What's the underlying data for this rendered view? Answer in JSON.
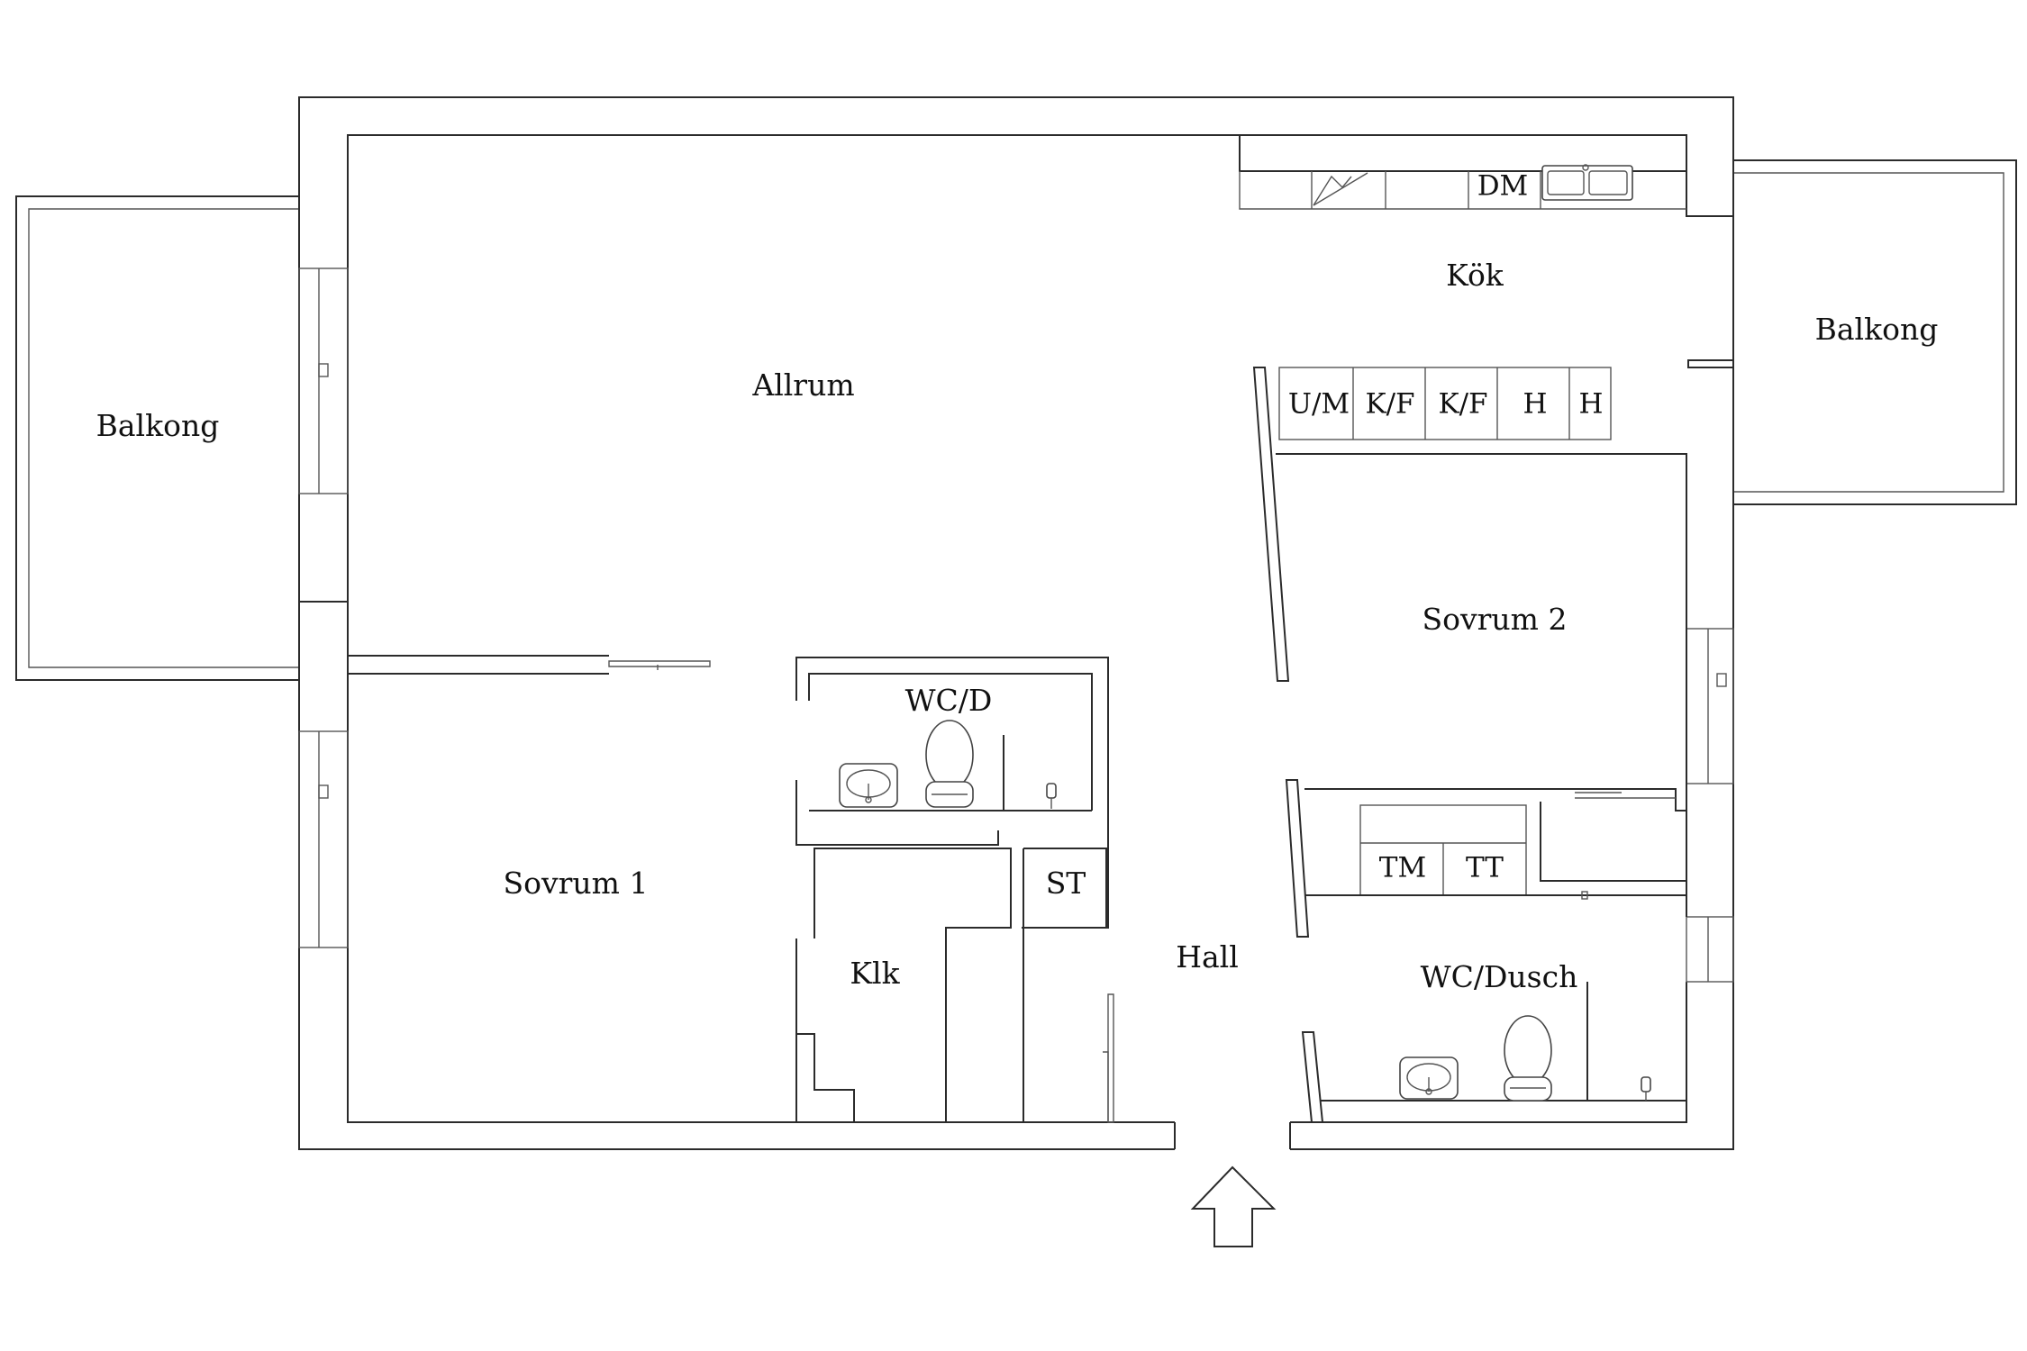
{
  "rooms": {
    "balkong_left": "Balkong",
    "balkong_right": "Balkong",
    "allrum": "Allrum",
    "kok": "Kök",
    "sovrum1": "Sovrum 1",
    "sovrum2": "Sovrum 2",
    "wc_d": "WC/D",
    "wc_dusch": "WC/Dusch",
    "klk": "Klk",
    "hall": "Hall",
    "st": "ST"
  },
  "appliances": {
    "dm": "DM",
    "um": "U/M",
    "kf1": "K/F",
    "kf2": "K/F",
    "h1": "H",
    "h2": "H",
    "tm": "TM",
    "tt": "TT"
  },
  "colors": {
    "line": "#2b2b2b",
    "background": "#ffffff"
  },
  "icons": [
    "entrance-arrow-icon",
    "toilet-icon",
    "sink-icon",
    "floor-drain-icon"
  ]
}
